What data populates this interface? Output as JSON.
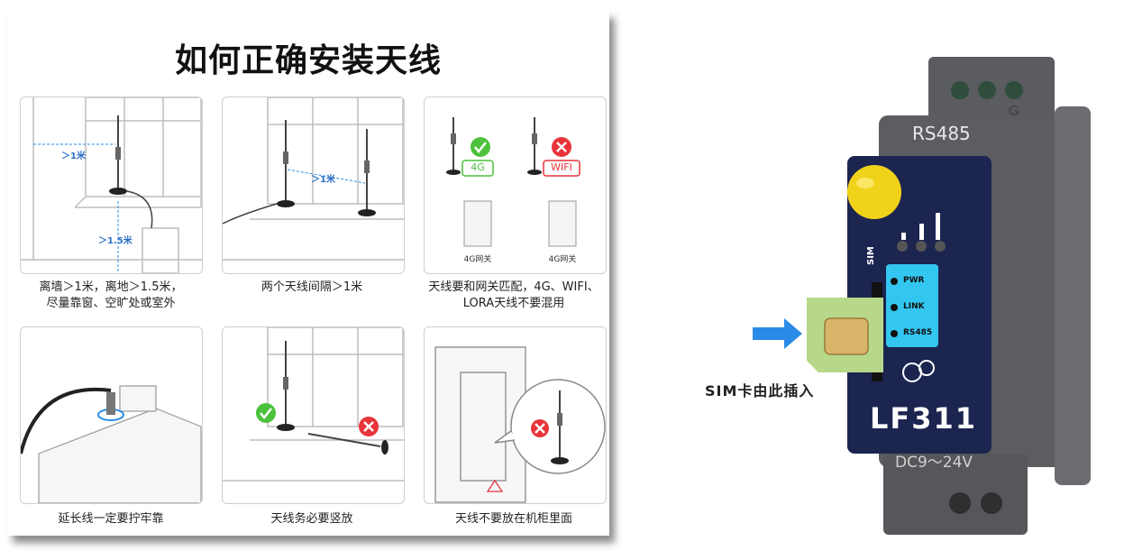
{
  "guide": {
    "title": "如何正确安装天线",
    "panels": [
      {
        "caption_lines": [
          "离墙＞1米，离地＞1.5米，",
          "尽量靠窗、空旷处或室外"
        ],
        "labels": {
          "wall_distance": "＞1米",
          "ground_distance": "＞1.5米"
        }
      },
      {
        "caption_lines": [
          "两个天线间隔＞1米"
        ],
        "labels": {
          "spacing": "＞1米"
        }
      },
      {
        "caption_lines": [
          "天线要和网关匹配，4G、WIFI、",
          "LORA天线不要混用"
        ],
        "labels": {
          "good_tag": "4G",
          "bad_tag": "WIFI",
          "gateway_left": "4G网关",
          "gateway_right": "4G网关"
        }
      },
      {
        "caption_lines": [
          "延长线一定要拧牢靠"
        ]
      },
      {
        "caption_lines": [
          "天线务必要竖放"
        ]
      },
      {
        "caption_lines": [
          "天线不要放在机柜里面"
        ]
      }
    ]
  },
  "device": {
    "port_label": "RS485",
    "terminal_letter": "G",
    "led_labels": [
      "PWR",
      "LINK",
      "RS485"
    ],
    "sim_label": "SIM",
    "model": "LF311",
    "power_label": "DC9～24V",
    "sim_instruction": "SIM卡由此插入"
  },
  "colors": {
    "ok_green": "#4cc13c",
    "bad_red": "#e8343a",
    "arrow_blue": "#2a8be6",
    "device_panel": "#1c2450",
    "device_body": "#5b5d60",
    "led_panel": "#33c6f0",
    "antenna_cap": "#f1d21a"
  }
}
